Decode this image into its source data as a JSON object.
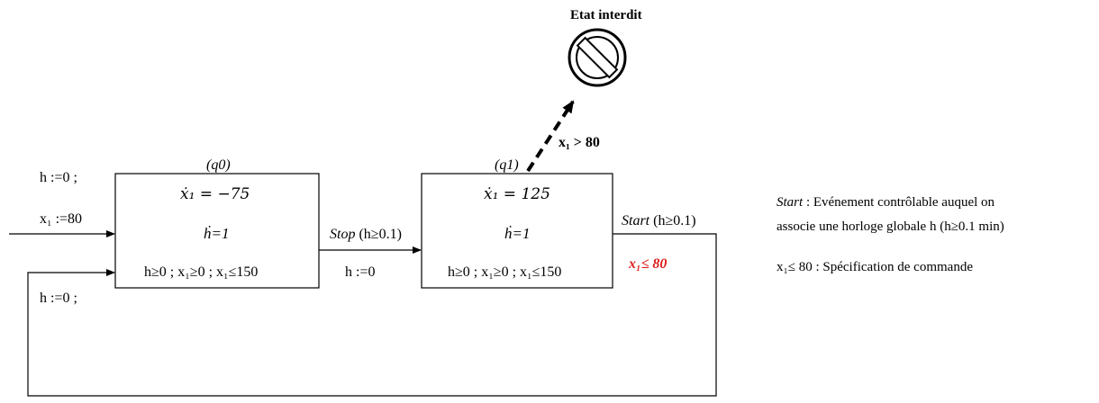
{
  "forbidden_state": {
    "title": "Etat interdit"
  },
  "states": {
    "q0": {
      "name": "(q0)",
      "dyn_x": "ẋ₁ = −75",
      "dyn_h": "ḣ=1",
      "invariant": "h≥0 ; x₁≥0 ; x₁≤150"
    },
    "q1": {
      "name": "(q1)",
      "dyn_x": "ẋ₁ = 125",
      "dyn_h": "ḣ=1",
      "invariant": "h≥0 ; x₁≥0 ; x₁≤150"
    }
  },
  "initial": {
    "reset_h": "h :=0 ;",
    "reset_x": "x₁ :=80",
    "loop_reset_h": "h :=0 ;"
  },
  "transitions": {
    "stop_event": "Stop",
    "stop_guard": "(h≥0.1)",
    "stop_reset": "h :=0",
    "start_event": "Start",
    "start_guard": "(h≥0.1)",
    "spec_label": "x₁≤ 80",
    "forbidden_guard": "x₁ > 80"
  },
  "legend": {
    "start_term": "Start",
    "start_text": " : Evénement contrôlable auquel on",
    "start_text_2": "associe une horloge globale h (h≥0.1 min)",
    "spec_term": "x₁≤ 80",
    "spec_text": " : Spécification de commande"
  },
  "colors": {
    "line": "#000000",
    "spec": "#e02020"
  }
}
